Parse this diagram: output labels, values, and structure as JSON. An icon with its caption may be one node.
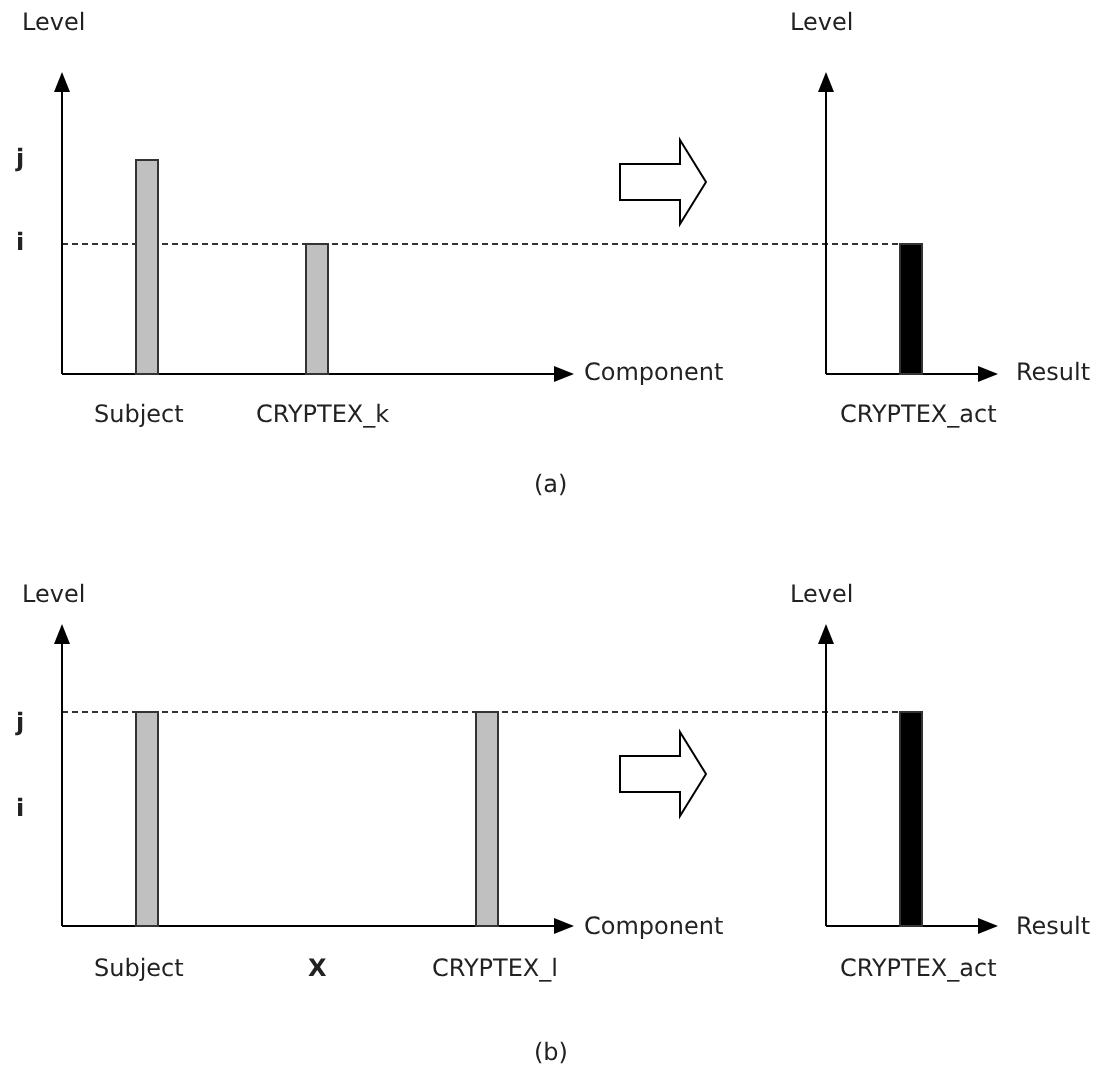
{
  "diagram": {
    "labels": [
      "Level",
      "Level",
      "j",
      "i",
      "Component",
      "Result",
      "Subject",
      "CRYPTEX_k",
      "CRYPTEX_act",
      "(a)",
      "Level",
      "Level",
      "j",
      "i",
      "Component",
      "Result",
      "Subject",
      "X",
      "CRYPTEX_l",
      "CRYPTEX_act",
      "(b)"
    ]
  }
}
